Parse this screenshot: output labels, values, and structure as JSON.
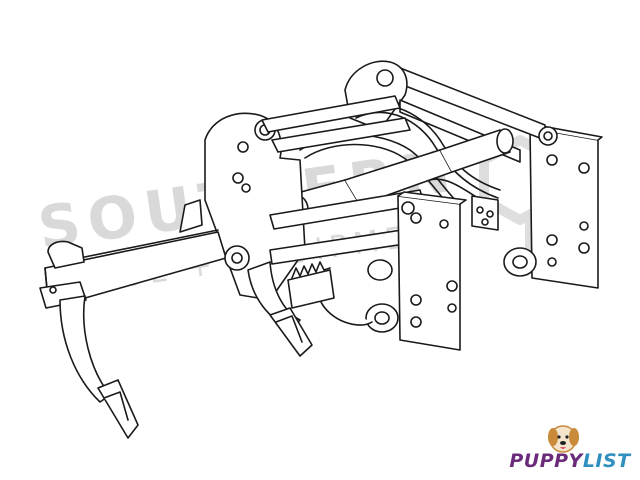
{
  "watermark": {
    "line1": "SOUTHERN",
    "line2": "TOOL + EQUIPMENT"
  },
  "logo": {
    "word1": "PUPPY",
    "word2": "LIST",
    "colors": {
      "word1": "#6a2c7a",
      "word2": "#2f8fbf",
      "dog": "#c98a3a",
      "tag": "#e2a833"
    }
  },
  "illustration": {
    "subject": "ripper-attachment-line-drawing",
    "line_color": "#1a1a1a"
  }
}
